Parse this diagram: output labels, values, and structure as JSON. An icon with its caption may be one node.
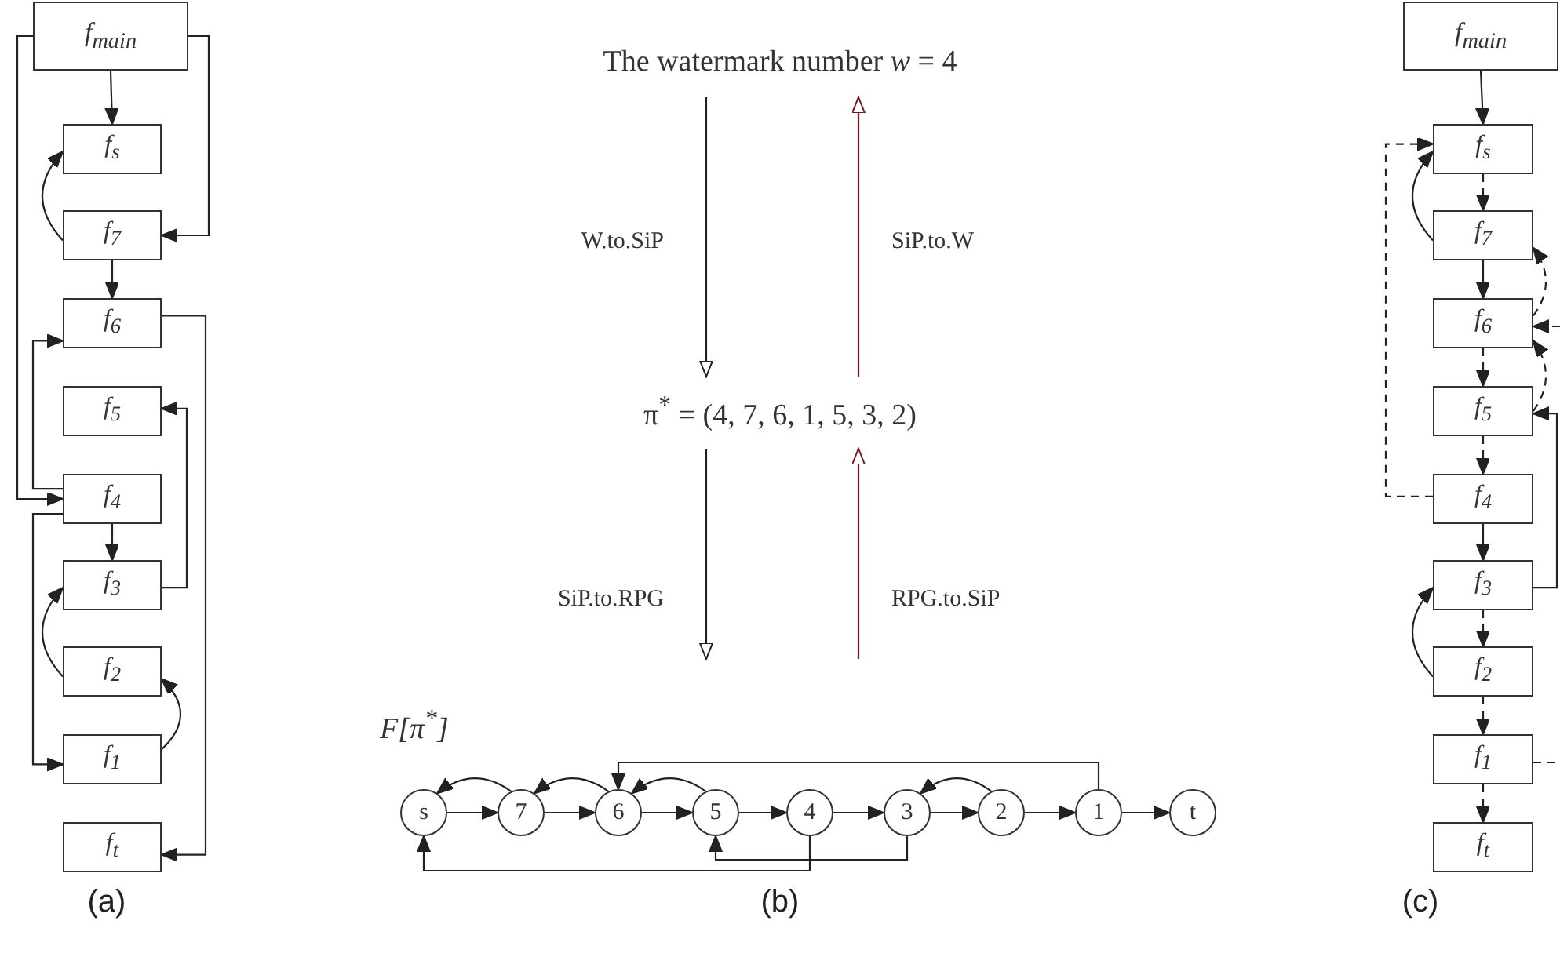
{
  "diagram": {
    "nodes": [
      {
        "text": [
          "f$_{main}$"
        ]
      },
      {
        "text": [
          "f$_{s}$"
        ]
      },
      {
        "text": [
          "f$_{7}$"
        ]
      },
      {
        "text": [
          "f$_{6}$"
        ]
      },
      {
        "text": [
          "f$_{5}$"
        ]
      },
      {
        "text": [
          "f$_{4}$"
        ]
      },
      {
        "text": [
          "f$_{3}$"
        ]
      },
      {
        "text": [
          "f$_{2}$"
        ]
      },
      {
        "text": [
          "f$_{1}$"
        ]
      },
      {
        "text": [
          "f$_{t}$"
        ]
      },
      {
        "text": [
          "The watermark number *w* = 4"
        ]
      },
      {
        "text": [
          "π$^{*}$ = (4, 7, 6, 1, 5, 3, 2)"
        ]
      },
      {
        "text": [
          "F[π$^{*}$]"
        ]
      },
      {
        "text": [
          "s"
        ],
        "in": 12
      },
      {
        "text": [
          "7"
        ],
        "in": 12
      },
      {
        "text": [
          "6"
        ],
        "in": 12
      },
      {
        "text": [
          "5"
        ],
        "in": 12
      },
      {
        "text": [
          "4"
        ],
        "in": 12
      },
      {
        "text": [
          "3"
        ],
        "in": 12
      },
      {
        "text": [
          "2"
        ],
        "in": 12
      },
      {
        "text": [
          "1"
        ],
        "in": 12
      },
      {
        "text": [
          "t"
        ],
        "in": 12
      },
      {
        "text": [
          "f$_{main}$"
        ]
      },
      {
        "text": [
          "f$_{s}$"
        ]
      },
      {
        "text": [
          "f$_{7}$"
        ]
      },
      {
        "text": [
          "f$_{6}$"
        ]
      },
      {
        "text": [
          "f$_{5}$"
        ]
      },
      {
        "text": [
          "f$_{4}$"
        ]
      },
      {
        "text": [
          "f$_{3}$"
        ]
      },
      {
        "text": [
          "f$_{2}$"
        ]
      },
      {
        "text": [
          "f$_{1}$"
        ]
      },
      {
        "text": [
          "f$_{t}$"
        ]
      }
    ],
    "edges": [
      {
        "from": 0,
        "to": 1,
        "arrow": "to"
      },
      {
        "from": 0,
        "to": 2,
        "arrow": "to"
      },
      {
        "from": 2,
        "to": 1,
        "arrow": "to"
      },
      {
        "from": 2,
        "to": 3,
        "arrow": "to"
      },
      {
        "from": 0,
        "to": 5,
        "arrow": "to"
      },
      {
        "from": 5,
        "to": 3,
        "arrow": "to"
      },
      {
        "from": 3,
        "to": 9,
        "arrow": "to"
      },
      {
        "from": 6,
        "to": 4,
        "arrow": "to"
      },
      {
        "from": 5,
        "to": 6,
        "arrow": "to"
      },
      {
        "from": 5,
        "to": 8,
        "arrow": "to"
      },
      {
        "from": 7,
        "to": 6,
        "arrow": "to"
      },
      {
        "from": 8,
        "to": 7,
        "arrow": "to"
      },
      {
        "from": 10,
        "to": 11,
        "arrow": "to",
        "label": "W.to.SiP"
      },
      {
        "from": 11,
        "to": 10,
        "arrow": "to",
        "label": "SiP.to.W",
        "color": "#6e2222"
      },
      {
        "from": 11,
        "to": 12,
        "arrow": "to",
        "label": "SiP.to.RPG"
      },
      {
        "from": 12,
        "to": 11,
        "arrow": "to",
        "label": "RPG.to.SiP",
        "color": "#6e2222"
      },
      {
        "from": 13,
        "to": 14,
        "arrow": "to"
      },
      {
        "from": 14,
        "to": 15,
        "arrow": "to"
      },
      {
        "from": 15,
        "to": 16,
        "arrow": "to"
      },
      {
        "from": 16,
        "to": 17,
        "arrow": "to"
      },
      {
        "from": 17,
        "to": 18,
        "arrow": "to"
      },
      {
        "from": 18,
        "to": 19,
        "arrow": "to"
      },
      {
        "from": 19,
        "to": 20,
        "arrow": "to"
      },
      {
        "from": 20,
        "to": 21,
        "arrow": "to"
      },
      {
        "from": 14,
        "to": 13,
        "arrow": "to"
      },
      {
        "from": 15,
        "to": 14,
        "arrow": "to"
      },
      {
        "from": 16,
        "to": 15,
        "arrow": "to"
      },
      {
        "from": 19,
        "to": 18,
        "arrow": "to"
      },
      {
        "from": 20,
        "to": 15,
        "arrow": "to"
      },
      {
        "from": 17,
        "to": 13,
        "arrow": "to"
      },
      {
        "from": 18,
        "to": 16,
        "arrow": "to"
      },
      {
        "from": 22,
        "to": 23,
        "arrow": "to"
      },
      {
        "from": 23,
        "to": 24,
        "arrow": "to",
        "style": "dashed"
      },
      {
        "from": 24,
        "to": 23,
        "arrow": "to"
      },
      {
        "from": 24,
        "to": 25,
        "arrow": "to"
      },
      {
        "from": 25,
        "to": 26,
        "arrow": "to",
        "style": "dashed"
      },
      {
        "from": 26,
        "to": 25,
        "arrow": "to",
        "style": "dashed"
      },
      {
        "from": 25,
        "to": 24,
        "arrow": "to",
        "style": "dashed"
      },
      {
        "from": null,
        "to": 25,
        "arrow": "to",
        "style": "dashed"
      },
      {
        "from": 26,
        "to": 27,
        "arrow": "to",
        "style": "dashed"
      },
      {
        "from": 27,
        "to": 23,
        "arrow": "to",
        "style": "dashed"
      },
      {
        "from": 27,
        "to": 28,
        "arrow": "to"
      },
      {
        "from": 28,
        "to": 26,
        "arrow": "to"
      },
      {
        "from": 28,
        "to": 29,
        "arrow": "to",
        "style": "dashed"
      },
      {
        "from": 29,
        "to": 28,
        "arrow": "to"
      },
      {
        "from": 29,
        "to": 30,
        "arrow": "to",
        "style": "dashed"
      },
      {
        "from": 30,
        "to": 31,
        "arrow": "to",
        "style": "dashed"
      },
      {
        "from": 30,
        "to": null,
        "arrow": "none",
        "style": "dashed"
      }
    ],
    "labels": [
      "(a)",
      "(b)",
      "(c)"
    ]
  }
}
